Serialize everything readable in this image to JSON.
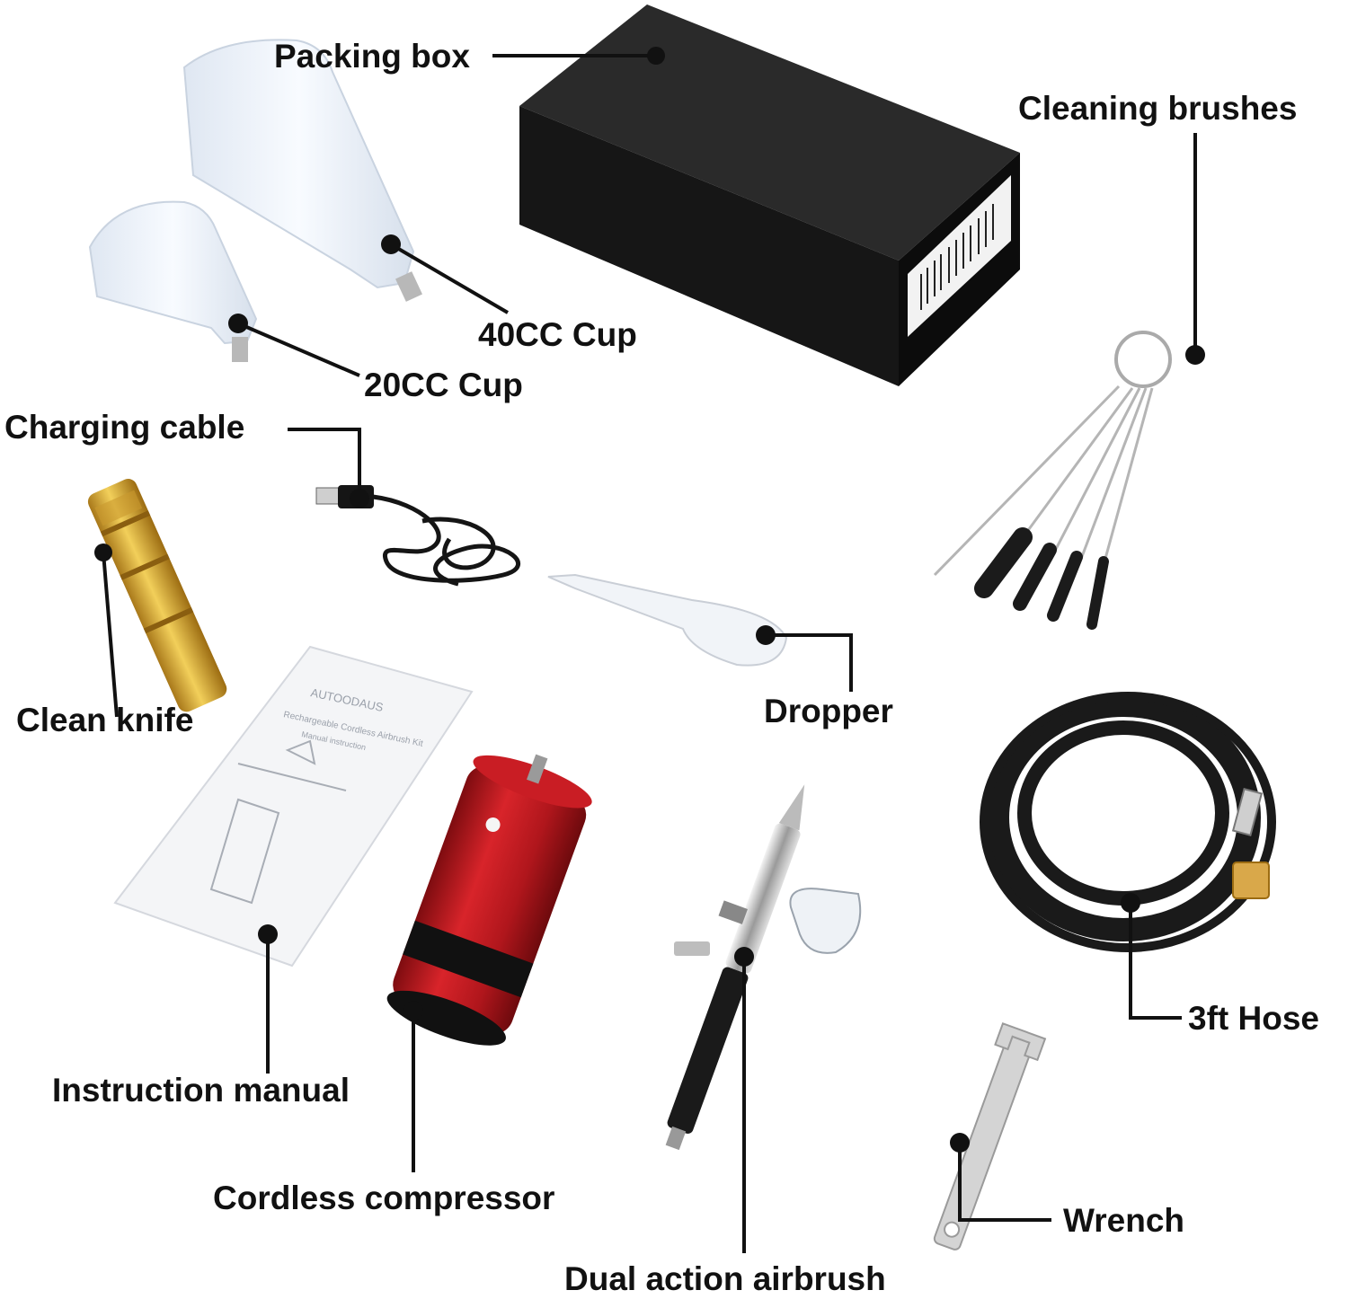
{
  "labels": {
    "packing_box": "Packing box",
    "cleaning_brushes": "Cleaning brushes",
    "cup_40": "40CC Cup",
    "cup_20": "20CC Cup",
    "charging_cable": "Charging cable",
    "clean_knife": "Clean knife",
    "dropper": "Dropper",
    "instruction_manual": "Instruction manual",
    "cordless_compressor": "Cordless compressor",
    "dual_action_airbrush": "Dual action airbrush",
    "hose": "3ft Hose",
    "wrench": "Wrench"
  },
  "manual_text": {
    "line1": "AUTOODAUS",
    "line2": "Rechargeable Cordless Airbrush Kit",
    "line3": "Manual instruction"
  },
  "colors": {
    "label": "#111111",
    "leader_line": "#111111",
    "box": "#1b1b1b",
    "compressor": "#b0161c",
    "brass": "#d4a32a",
    "hose": "#1a1a1a",
    "cup": "#eef3fa"
  },
  "icons": {
    "packing_box": "box-icon",
    "cups": "cup-icon",
    "cable": "usb-cable-icon",
    "knife": "brass-tool-icon",
    "brushes": "brush-icon",
    "dropper": "pipette-icon",
    "manual": "manual-icon",
    "compressor": "compressor-icon",
    "airbrush": "airbrush-icon",
    "hose": "hose-icon",
    "wrench": "wrench-icon"
  }
}
